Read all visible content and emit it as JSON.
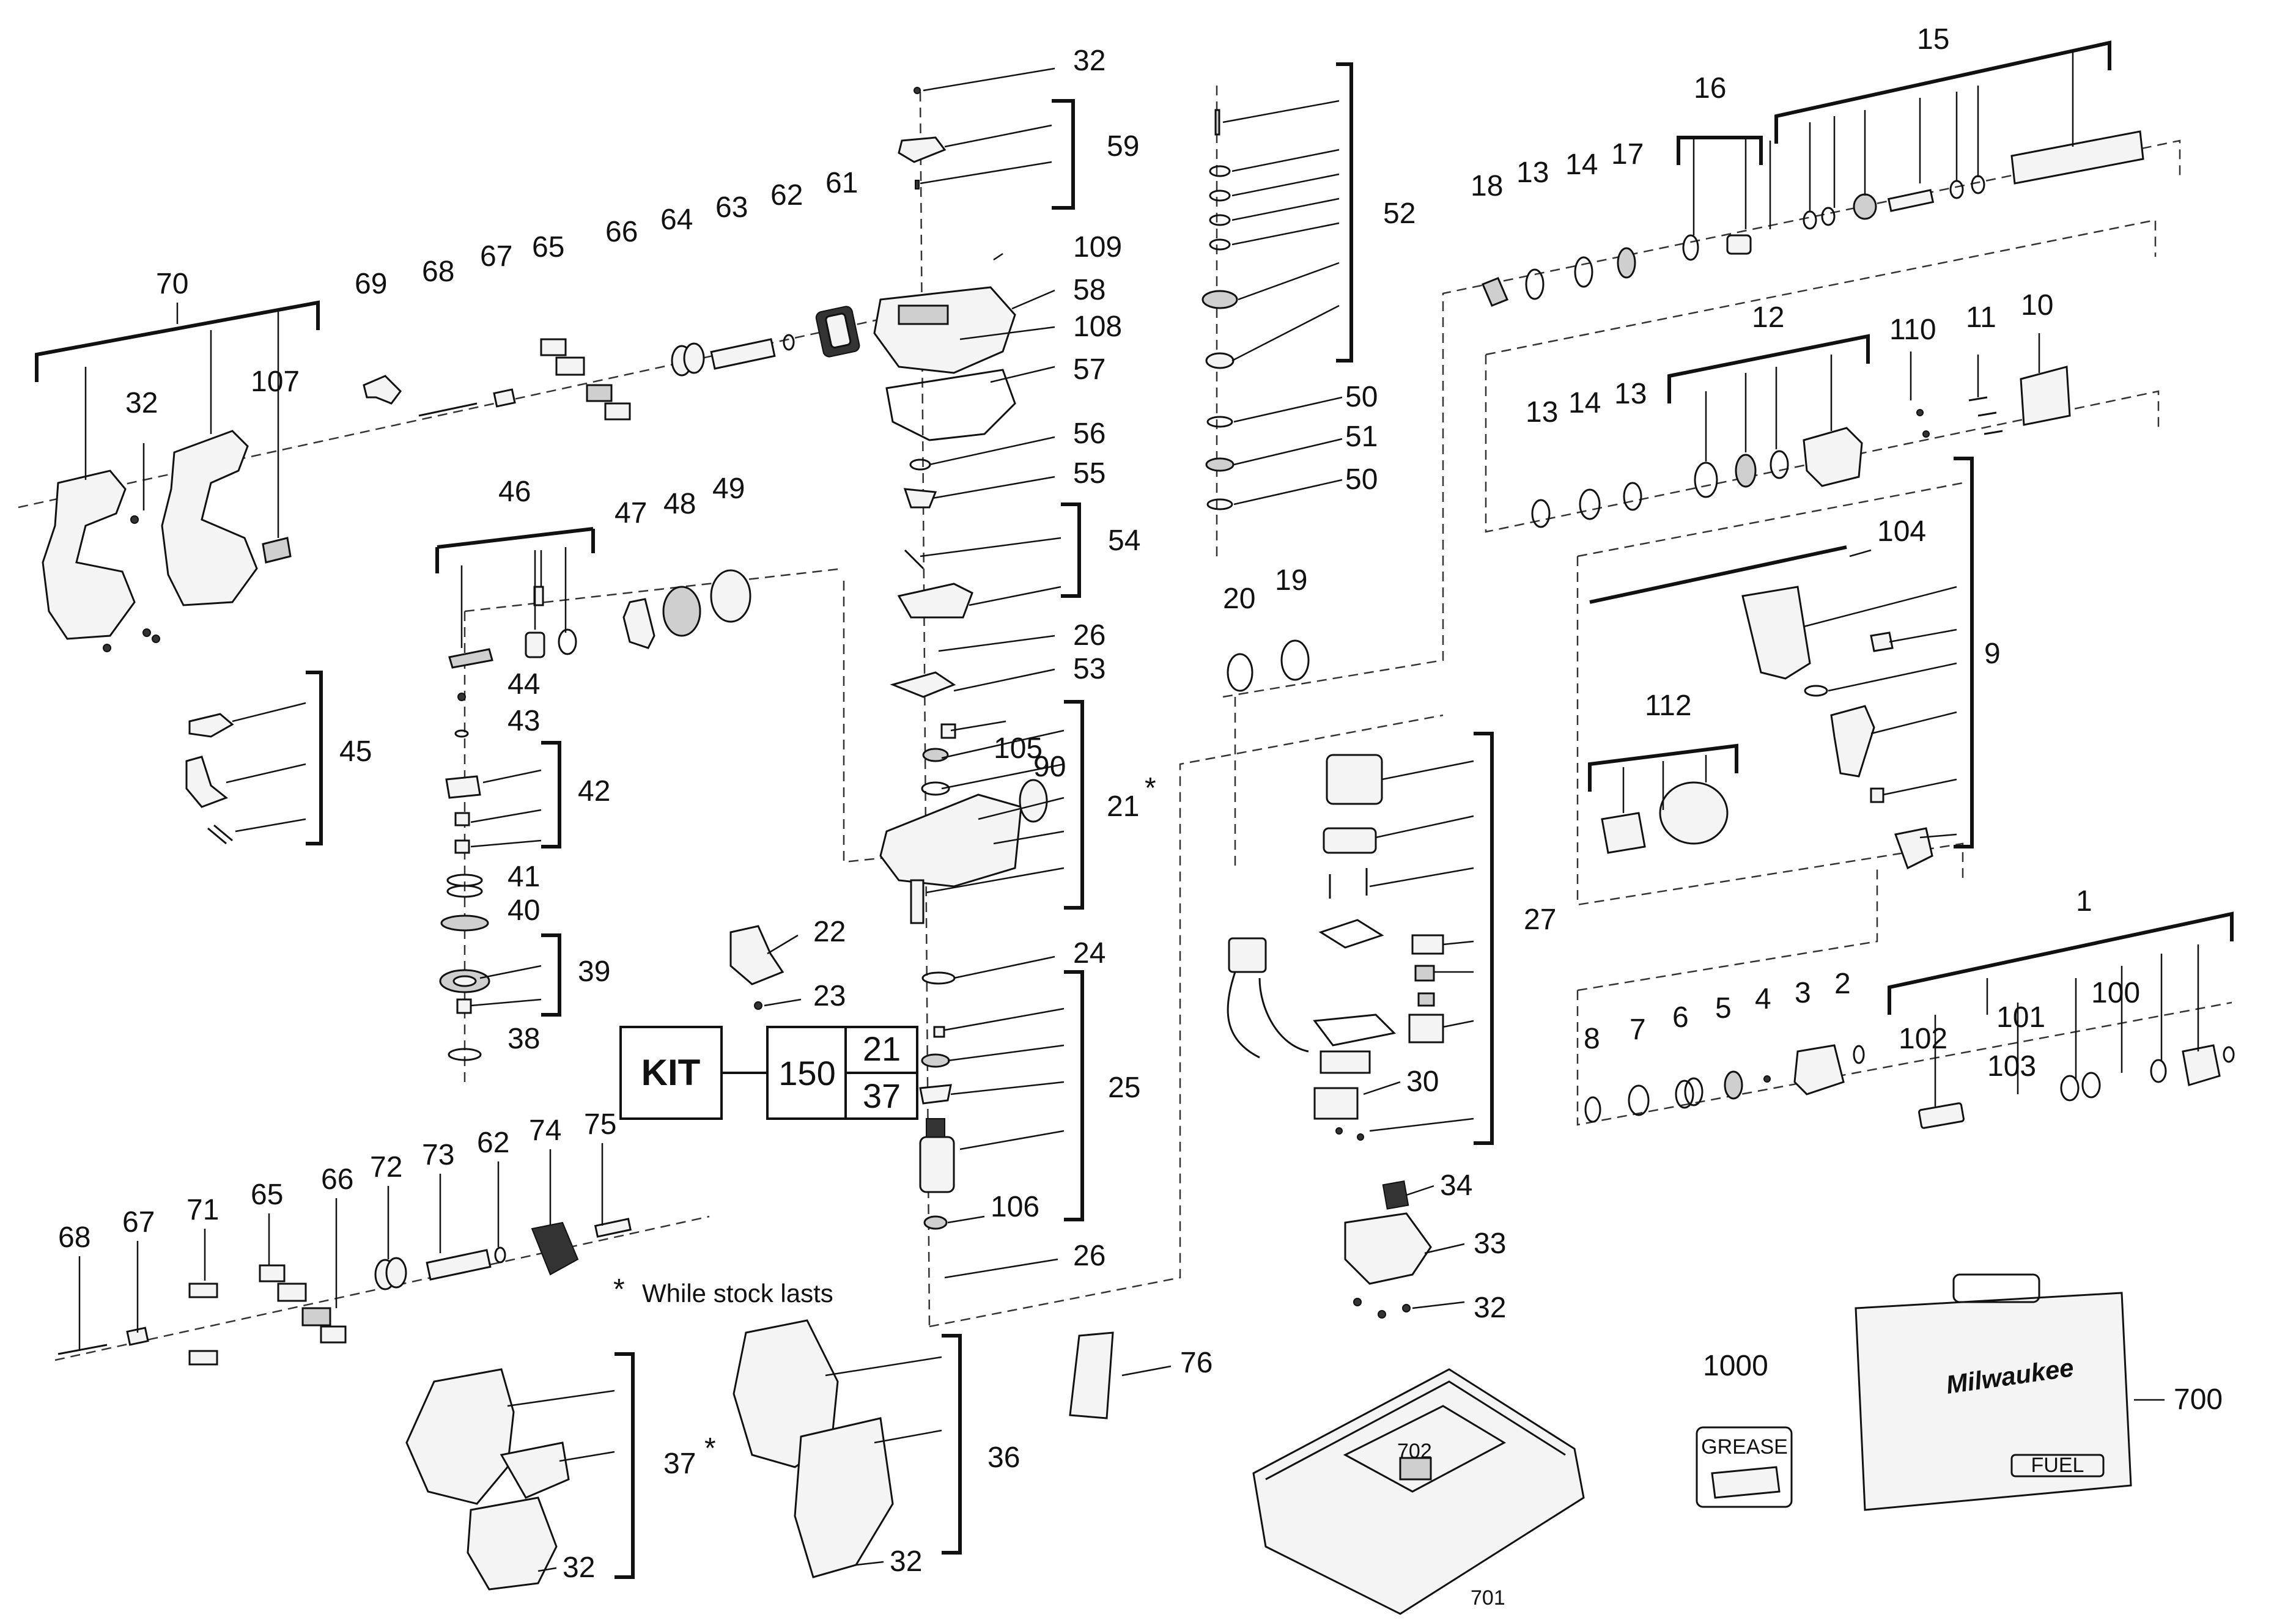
{
  "labels": {
    "l1": "1",
    "l2": "2",
    "l3": "3",
    "l4": "4",
    "l5": "5",
    "l6": "6",
    "l7": "7",
    "l8": "8",
    "l9": "9",
    "l10": "10",
    "l11": "11",
    "l12": "12",
    "l13a": "13",
    "l13b": "13",
    "l13c": "13",
    "l14a": "14",
    "l14b": "14",
    "l15": "15",
    "l16": "16",
    "l17": "17",
    "l18": "18",
    "l19": "19",
    "l20": "20",
    "l21": "21",
    "l22": "22",
    "l23": "23",
    "l24": "24",
    "l25": "25",
    "l26a": "26",
    "l26b": "26",
    "l27": "27",
    "l30": "30",
    "l32a": "32",
    "l32b": "32",
    "l32c": "32",
    "l32d": "32",
    "l32e": "32",
    "l33": "33",
    "l34": "34",
    "l36": "36",
    "l37": "37",
    "l38": "38",
    "l39": "39",
    "l40": "40",
    "l41": "41",
    "l42": "42",
    "l43": "43",
    "l44": "44",
    "l45": "45",
    "l46": "46",
    "l47": "47",
    "l48": "48",
    "l49": "49",
    "l50a": "50",
    "l50b": "50",
    "l51": "51",
    "l52": "52",
    "l53": "53",
    "l54": "54",
    "l55": "55",
    "l56": "56",
    "l57": "57",
    "l58": "58",
    "l59": "59",
    "l61": "61",
    "l62a": "62",
    "l62b": "62",
    "l63": "63",
    "l64": "64",
    "l65a": "65",
    "l65b": "65",
    "l66a": "66",
    "l66b": "66",
    "l67a": "67",
    "l67b": "67",
    "l68a": "68",
    "l68b": "68",
    "l69": "69",
    "l70": "70",
    "l71": "71",
    "l72": "72",
    "l73": "73",
    "l74": "74",
    "l75": "75",
    "l76": "76",
    "l90": "90",
    "l100": "100",
    "l101": "101",
    "l102": "102",
    "l103": "103",
    "l104": "104",
    "l105": "105",
    "l106": "106",
    "l107": "107",
    "l108": "108",
    "l109": "109",
    "l110": "110",
    "l112": "112",
    "l700": "700",
    "l701": "701",
    "l702": "702",
    "l1000": "1000"
  },
  "kit": {
    "title": "KIT",
    "number": "150",
    "items": [
      "21",
      "37"
    ]
  },
  "footnote": {
    "symbol": "*",
    "text": "While stock lasts"
  },
  "grease": {
    "label": "GREASE"
  },
  "case": {
    "brand": "Milwaukee",
    "badge": "FUEL"
  }
}
